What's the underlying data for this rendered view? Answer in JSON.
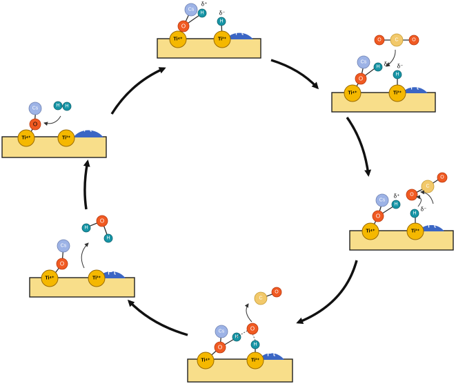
{
  "colors": {
    "support": "#F8DE8A",
    "support_stroke": "#1f1f1f",
    "ti": "#F5B800",
    "ti_stroke": "#9A6A00",
    "pt": "#3B66C4",
    "cs": "#9DB3E6",
    "oxygen": "#F05A22",
    "hydrogen": "#1795A6",
    "carbon": "#F2C96B",
    "arrow": "#111111"
  },
  "labels": {
    "ti4": "Ti⁴⁺",
    "ti3": "Ti³⁺",
    "pt": "Pt",
    "cs": "Cs",
    "o": "O",
    "h": "H",
    "c": "C",
    "delta_plus": "δ⁺",
    "delta_minus": "δ⁻"
  }
}
